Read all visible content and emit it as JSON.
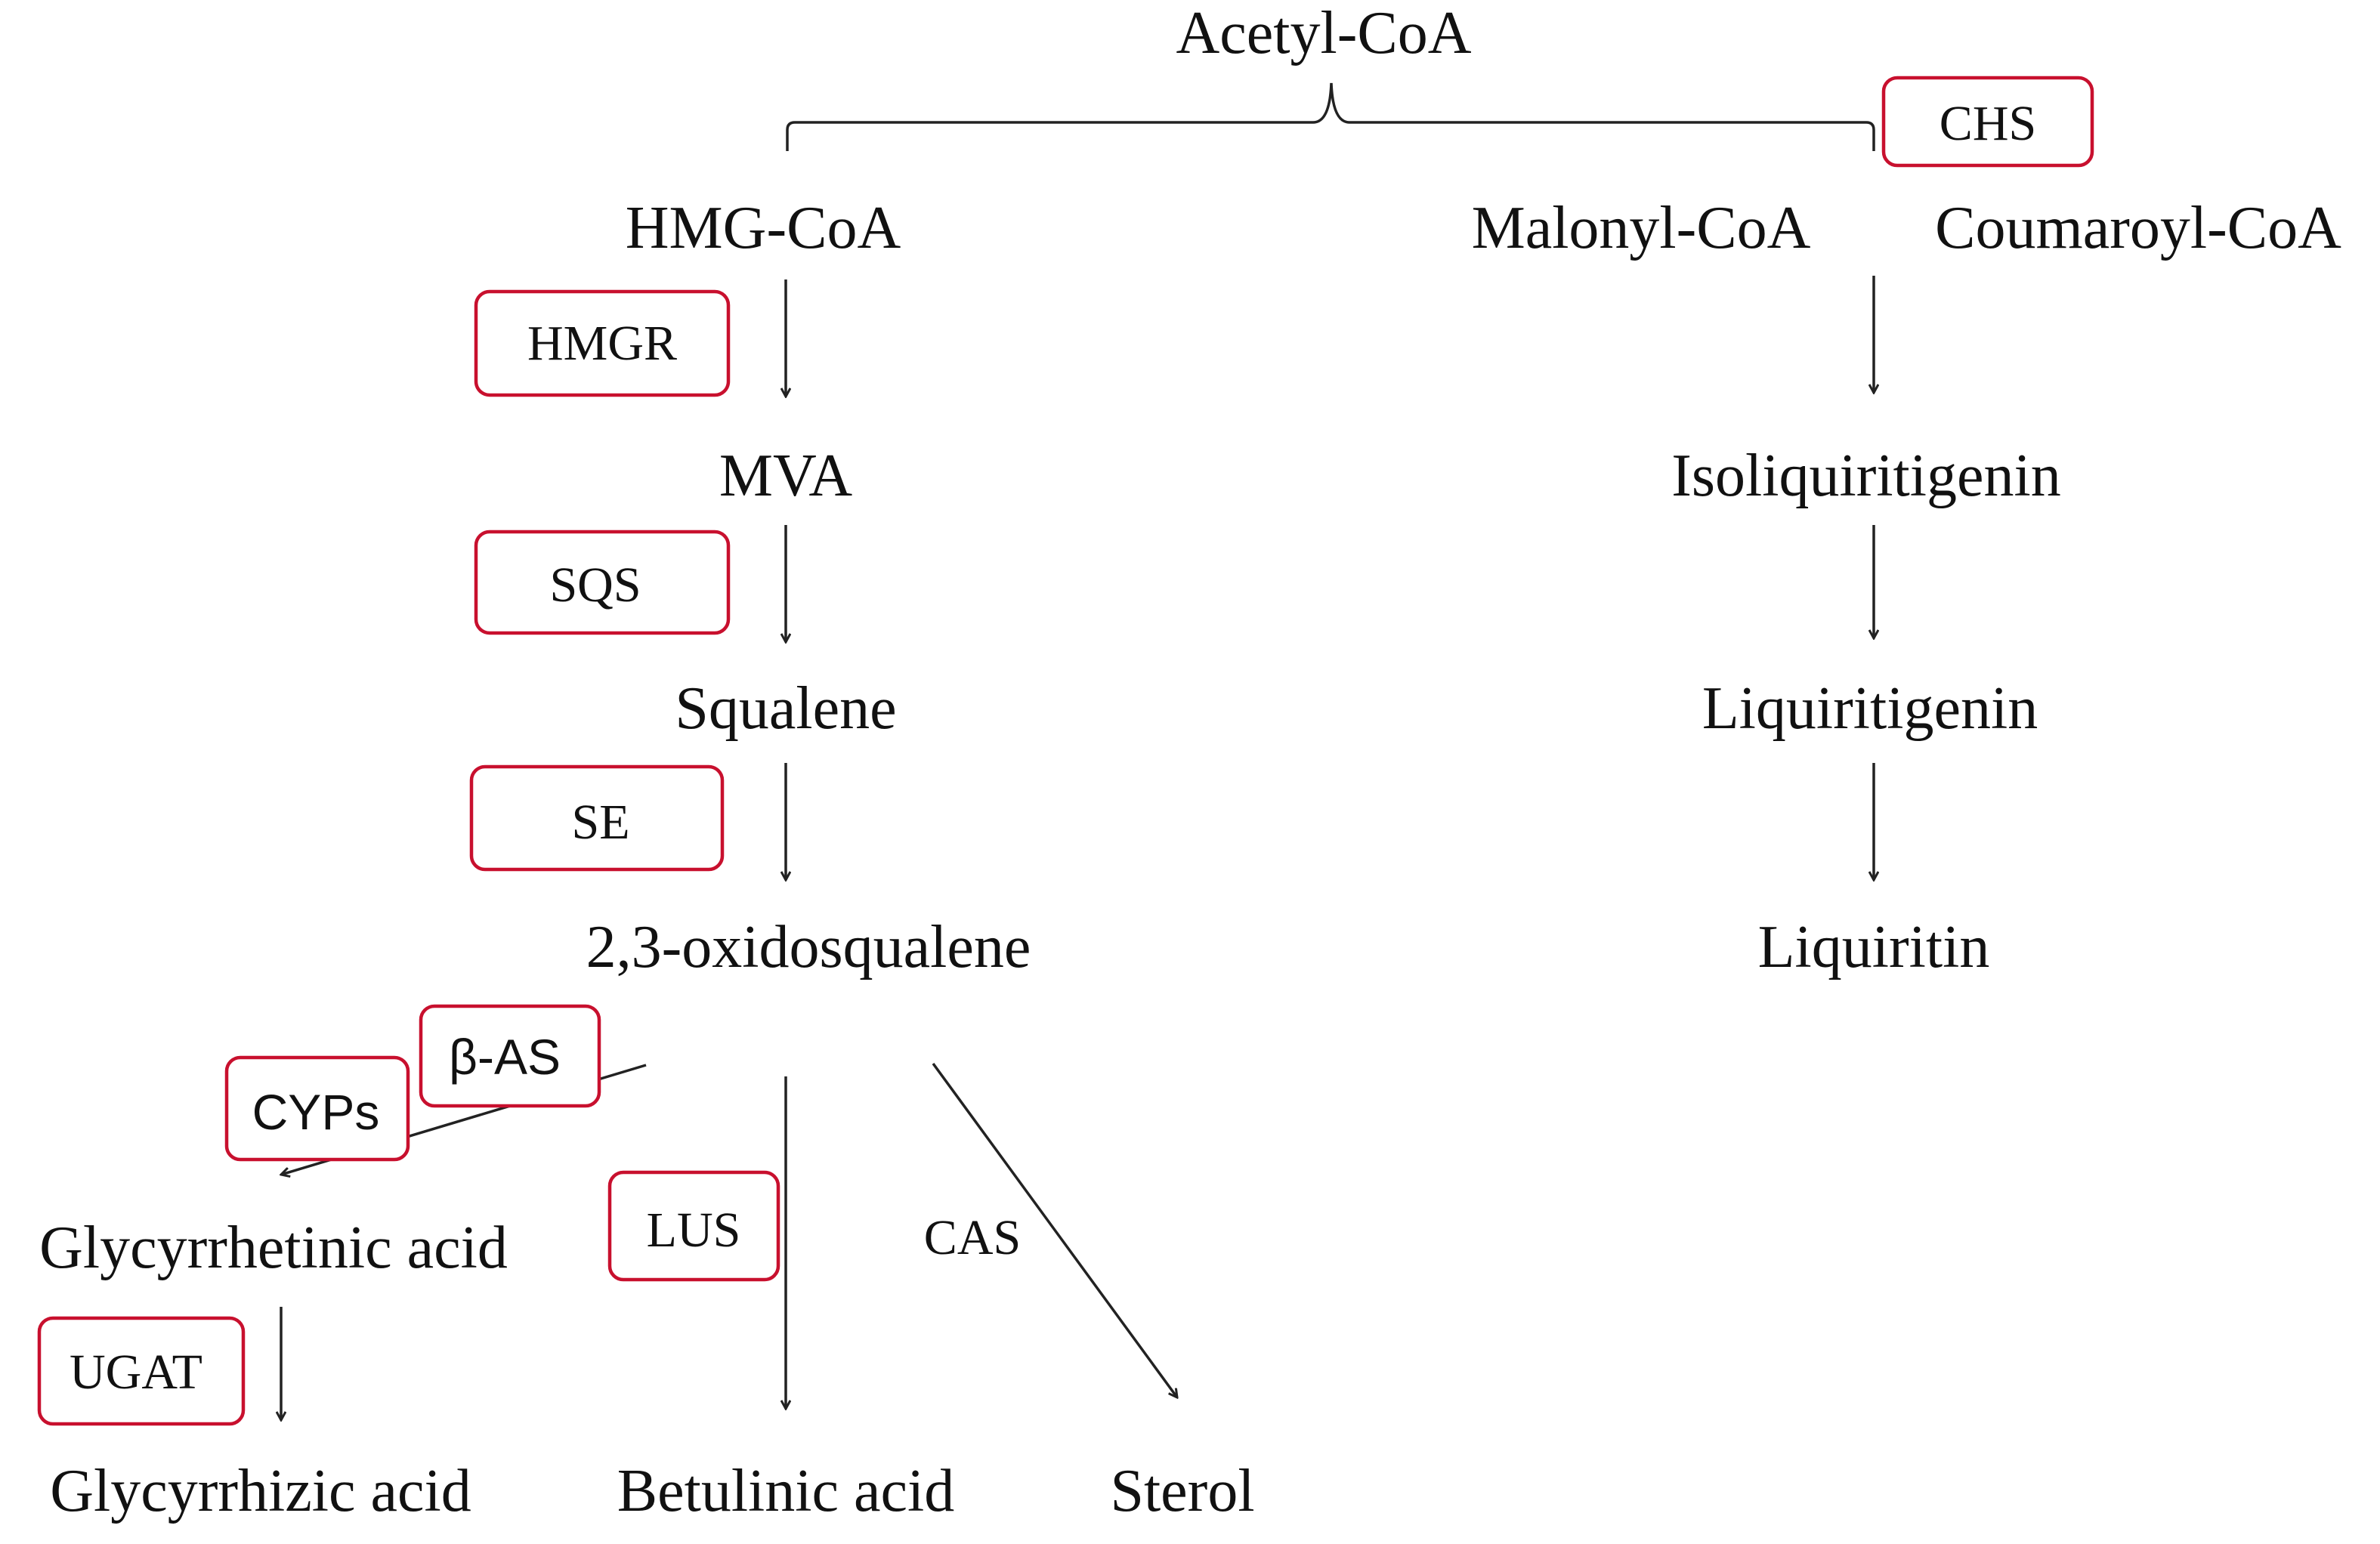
{
  "colors": {
    "enzyme_box_border": "#c8102e",
    "text": "#111111",
    "line": "#222222"
  },
  "nodes": {
    "acetyl_coa": "Acetyl-CoA",
    "hmg_coa": "HMG-CoA",
    "malonyl_coa": "Malonyl-CoA",
    "coumaroyl_coa": "Coumaroyl-CoA",
    "mva": "MVA",
    "squalene": "Squalene",
    "oxidosqualene": "2,3-oxidosqualene",
    "glycyrrhetinic_acid": "Glycyrrhetinic acid",
    "glycyrrhizic_acid": "Glycyrrhizic acid",
    "betulinic_acid": "Betulinic acid",
    "sterol": "Sterol",
    "isoliquiritigenin": "Isoliquiritigenin",
    "liquiritigenin": "Liquiritigenin",
    "liquiritin": "Liquiritin"
  },
  "enzymes": {
    "chs": "CHS",
    "hmgr": "HMGR",
    "sqs": "SQS",
    "se": "SE",
    "beta_as": "β-AS",
    "cyps": "CYPs",
    "lus": "LUS",
    "cas": "CAS",
    "ugat": "UGAT"
  }
}
